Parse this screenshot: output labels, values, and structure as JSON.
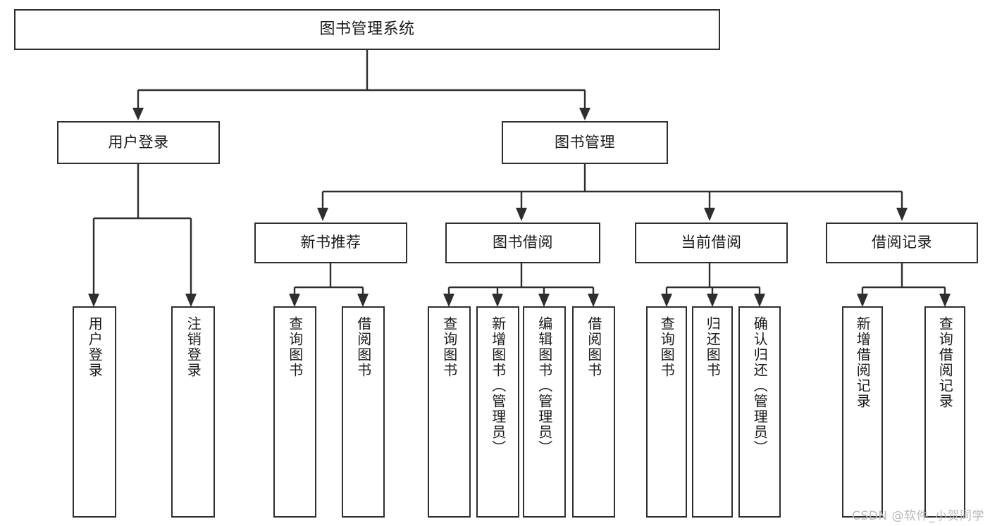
{
  "diagram": {
    "title": "图书管理系统",
    "watermark": "CSDN @软件_小贺同学",
    "colors": {
      "box_border": "#2e2e2e",
      "box_fill": "#ffffff",
      "text": "#1a1a1a",
      "connector": "#2e2e2e",
      "watermark": "#b9b9b9",
      "background": "#ffffff"
    },
    "nodes": {
      "root": {
        "label": "图书管理系统"
      },
      "level2": [
        {
          "id": "user-login",
          "label": "用户登录"
        },
        {
          "id": "book-management",
          "label": "图书管理"
        }
      ],
      "level3": [
        {
          "id": "new-book-recommend",
          "label": "新书推荐"
        },
        {
          "id": "book-borrow",
          "label": "图书借阅"
        },
        {
          "id": "current-borrow",
          "label": "当前借阅"
        },
        {
          "id": "borrow-record",
          "label": "借阅记录"
        }
      ],
      "leaves": {
        "user-login": [
          {
            "id": "leaf-user-login",
            "label": "用户登录"
          },
          {
            "id": "leaf-logout",
            "label": "注销登录"
          }
        ],
        "new-book-recommend": [
          {
            "id": "leaf-query-book-1",
            "label": "查询图书"
          },
          {
            "id": "leaf-borrow-book-1",
            "label": "借阅图书"
          }
        ],
        "book-borrow": [
          {
            "id": "leaf-query-book-2",
            "label": "查询图书"
          },
          {
            "id": "leaf-add-book",
            "label": "新增图书（管理员）"
          },
          {
            "id": "leaf-edit-book",
            "label": "编辑图书（管理员）"
          },
          {
            "id": "leaf-borrow-book-2",
            "label": "借阅图书"
          }
        ],
        "current-borrow": [
          {
            "id": "leaf-query-book-3",
            "label": "查询图书"
          },
          {
            "id": "leaf-return-book",
            "label": "归还图书"
          },
          {
            "id": "leaf-confirm-return",
            "label": "确认归还（管理员）"
          }
        ],
        "borrow-record": [
          {
            "id": "leaf-add-record",
            "label": "新增借阅记录"
          },
          {
            "id": "leaf-query-record",
            "label": "查询借阅记录"
          }
        ]
      }
    }
  }
}
